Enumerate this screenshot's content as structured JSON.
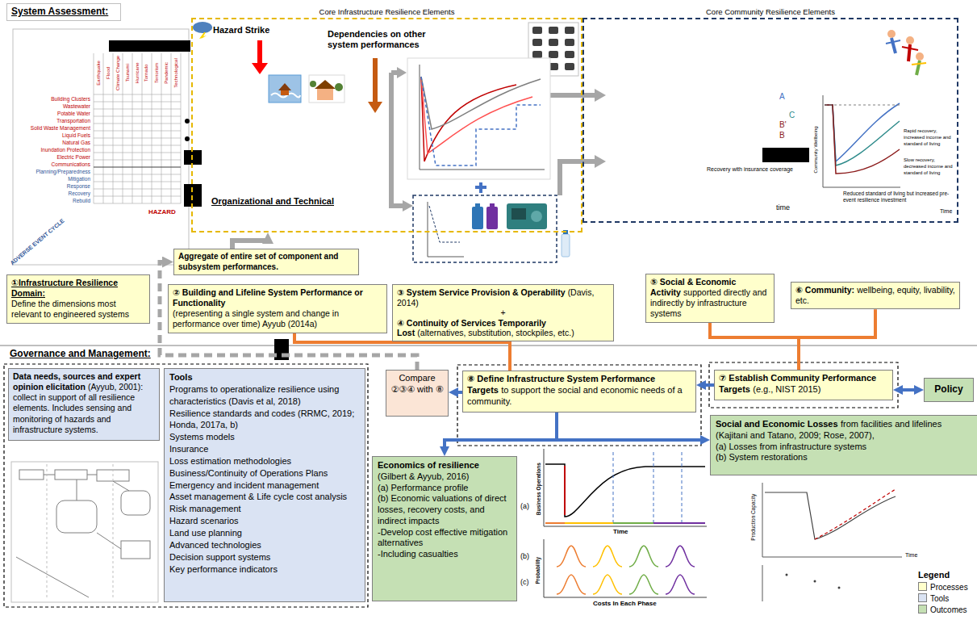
{
  "diagram": {
    "nodes": [
      {
        "text": [
          "System Assessment:"
        ]
      },
      {
        "text": [
          "Core Infrastructure Resilience Elements"
        ]
      },
      {
        "text": [
          "Core Community Resilience Elements"
        ]
      },
      {
        "text": [
          "Aggregate of entire set of component and subsystem performances."
        ]
      },
      {
        "text": [
          "①Infrastructure Resilience Domain:",
          "Define the dimensions most relevant to engineered systems"
        ]
      },
      {
        "text": [
          "② Building and Lifeline System Performance or Functionality",
          "(representing a single system and change in performance over time) Ayyub (2014a)"
        ]
      },
      {
        "text": [
          "③ System Service Provision & Operability",
          "(Davis, 2014)",
          "+",
          "④ Continuity of Services Temporarily Lost",
          "(alternatives, substitution, stockpiles, etc.)"
        ]
      },
      {
        "text": [
          "⑤ Social & Economic Activity",
          "supported directly and indirectly by infrastructure systems"
        ]
      },
      {
        "text": [
          "⑥ Community:",
          "wellbeing, equity, livability, etc."
        ]
      },
      {
        "text": [
          "Data needs, sources and expert opinion elicitation",
          "(Ayyub, 2001): collect in support of all resilience elements. Includes sensing and monitoring of hazards and infrastructure systems."
        ]
      },
      {
        "text": [
          "Tools",
          "Programs to operationalize resilience using characteristics (Davis et al, 2018)",
          "Resilience standards and codes (RRMC, 2019; Honda, 2017a, b)",
          "Systems models",
          "Insurance",
          "Loss estimation methodologies",
          "Business/Continuity of Operations Plans",
          "Emergency and incident management",
          "Asset management & Life cycle cost analysis",
          "Risk management",
          "Hazard scenarios",
          "Land use planning",
          "Advanced technologies",
          "Decision support systems",
          "Key performance indicators"
        ]
      },
      {
        "text": [
          "Compare ②③④ with ⑧"
        ]
      },
      {
        "text": [
          "⑧ Define Infrastructure System Performance Targets",
          "to support the social and economic needs of a community."
        ]
      },
      {
        "text": [
          "⑦ Establish Community Performance Targets",
          "(e.g., NIST 2015)"
        ]
      },
      {
        "text": [
          "Policy"
        ]
      },
      {
        "text": [
          "Social and Economic Losses",
          "from facilities and lifelines (Kajitani and Tatano, 2009; Rose, 2007),",
          "(a) Losses from infrastructure systems",
          "(b) System restorations"
        ]
      },
      {
        "text": [
          "Economics of resilience",
          "(Gilbert & Ayyub, 2016)",
          "(a) Performance profile",
          "(b) Economic valuations of direct losses, recovery costs, and indirect impacts",
          "-Develop cost effective mitigation alternatives",
          "-Including casualties"
        ]
      }
    ],
    "edges": [
      {
        "from": 3,
        "to": 1,
        "arrow": "to"
      },
      {
        "from": 11,
        "to": 3,
        "arrow": "to"
      },
      {
        "from": 5,
        "to": 12,
        "arrow": "none"
      },
      {
        "from": 6,
        "to": 12,
        "arrow": "none"
      },
      {
        "from": 7,
        "to": 13,
        "arrow": "none"
      },
      {
        "from": 8,
        "to": 13,
        "arrow": "none"
      },
      {
        "from": 13,
        "to": 12,
        "arrow": "to"
      },
      {
        "from": 12,
        "to": 11,
        "arrow": "to"
      },
      {
        "from": 14,
        "to": 13,
        "arrow": "both"
      },
      {
        "from": 12,
        "to": 16,
        "arrow": "to"
      },
      {
        "from": 12,
        "to": 15,
        "arrow": "to"
      }
    ],
    "labels": [
      "Hazard Strike",
      "Dependencies on other system performances",
      "Organizational and Technical",
      "Earthquake",
      "Flood",
      "Climate Change",
      "Tsunami",
      "Hurricane",
      "Tornado",
      "Terrorism",
      "Pandemic",
      "Technological",
      "Building Clusters",
      "Wastewater",
      "Potable Water",
      "Transportation",
      "Solid Waste Management",
      "Liquid Fuels",
      "Natural Gas",
      "Inundation Protection",
      "Electric Power",
      "Communications",
      "Planning/Preparedness",
      "Mitigation",
      "Response",
      "Recovery",
      "Rebuild",
      "HAZARD",
      "ADVERSE EVENT CYCLE",
      "A",
      "C",
      "B'",
      "B",
      "Recovery with insurance coverage",
      "Community Wellbeing",
      "Rapid recovery, increased income and standard of living",
      "Slow recovery, decreased income and standard of living",
      "Reduced standard of living but increased pre-event resilience investment",
      "time",
      "Time",
      "Governance and Management:",
      "(a)",
      "(b)",
      "(c)",
      "Business Operations",
      "Time",
      "Probability",
      "Costs In Each Phase",
      "Production Capacity",
      "Time",
      "Legend"
    ],
    "legend": [
      {
        "text": "Processes",
        "color": "#ffffcc"
      },
      {
        "text": "Tools",
        "color": "#dae3f3"
      },
      {
        "text": "Outcomes",
        "color": "#c5e0b4"
      }
    ]
  }
}
